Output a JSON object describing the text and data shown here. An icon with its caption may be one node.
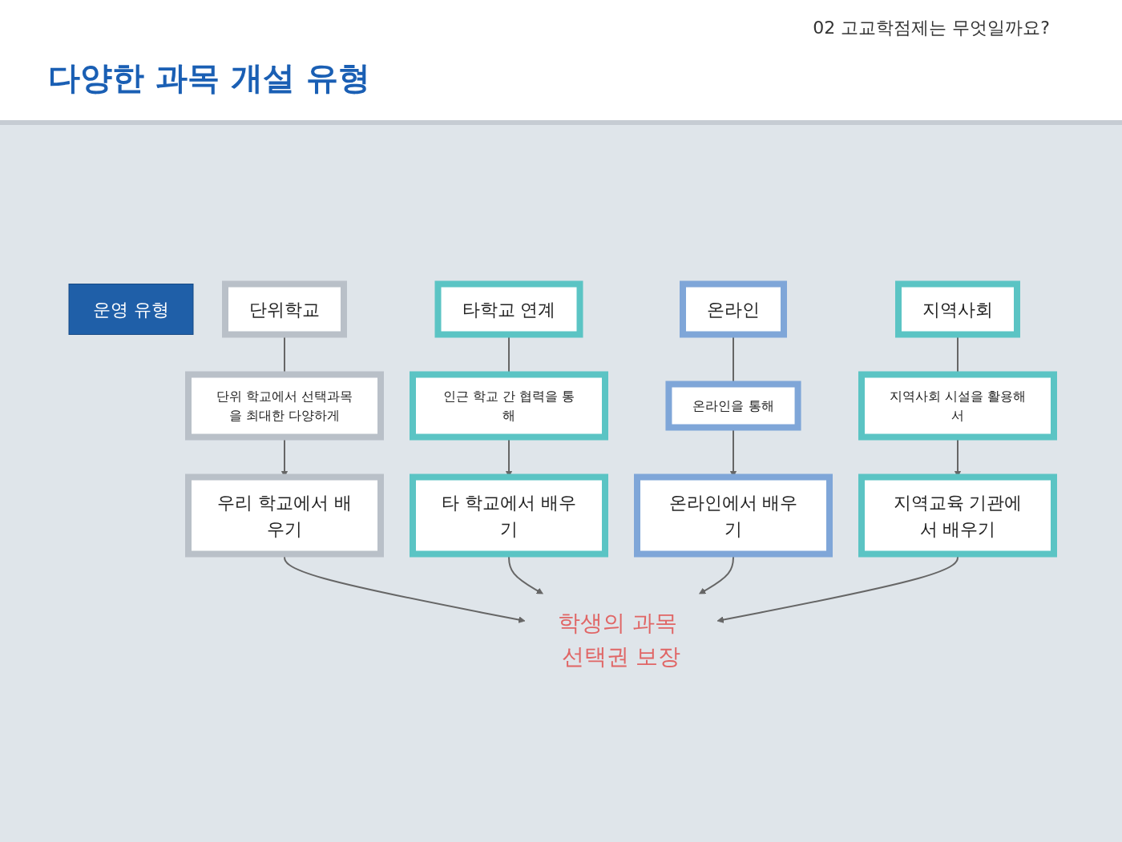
{
  "diagram": {
    "title": "다양한 과목 개설 유형",
    "nodes": [
      {
        "text": [
          "운영 유형"
        ]
      },
      {
        "text": [
          "단위학교"
        ]
      },
      {
        "text": [
          "타학교 연계"
        ]
      },
      {
        "text": [
          "온라인"
        ]
      },
      {
        "text": [
          "지역사회"
        ]
      },
      {
        "text": [
          "단위 학교에서 선택과목을 최대한 다양하게"
        ]
      },
      {
        "text": [
          "인근 학교 간 협력을 통해"
        ]
      },
      {
        "text": [
          "온라인을 통해"
        ]
      },
      {
        "text": [
          "지역사회 시설을 활용해서"
        ]
      },
      {
        "text": [
          "우리 학교에서 배우기"
        ]
      },
      {
        "text": [
          "타 학교에서 배우기"
        ]
      },
      {
        "text": [
          "온라인에서 배우기"
        ]
      },
      {
        "text": [
          "지역교육 기관에서 배우기"
        ]
      },
      {
        "text": [
          "학생의 과목 선택권 보장"
        ]
      }
    ],
    "edges": [
      {
        "from": 1,
        "to": 5,
        "arrow": "none"
      },
      {
        "from": 2,
        "to": 6,
        "arrow": "none"
      },
      {
        "from": 3,
        "to": 7,
        "arrow": "none"
      },
      {
        "from": 4,
        "to": 8,
        "arrow": "none"
      },
      {
        "from": 5,
        "to": 9,
        "arrow": "to"
      },
      {
        "from": 6,
        "to": 10,
        "arrow": "to"
      },
      {
        "from": 7,
        "to": 11,
        "arrow": "to"
      },
      {
        "from": 8,
        "to": 12,
        "arrow": "to"
      },
      {
        "from": 9,
        "to": 13,
        "arrow": "to"
      },
      {
        "from": 10,
        "to": 13,
        "arrow": "to"
      },
      {
        "from": 11,
        "to": 13,
        "arrow": "to"
      },
      {
        "from": 12,
        "to": 13,
        "arrow": "to"
      }
    ],
    "labels": [
      "02 고교학점제는 무엇일까요?"
    ]
  }
}
